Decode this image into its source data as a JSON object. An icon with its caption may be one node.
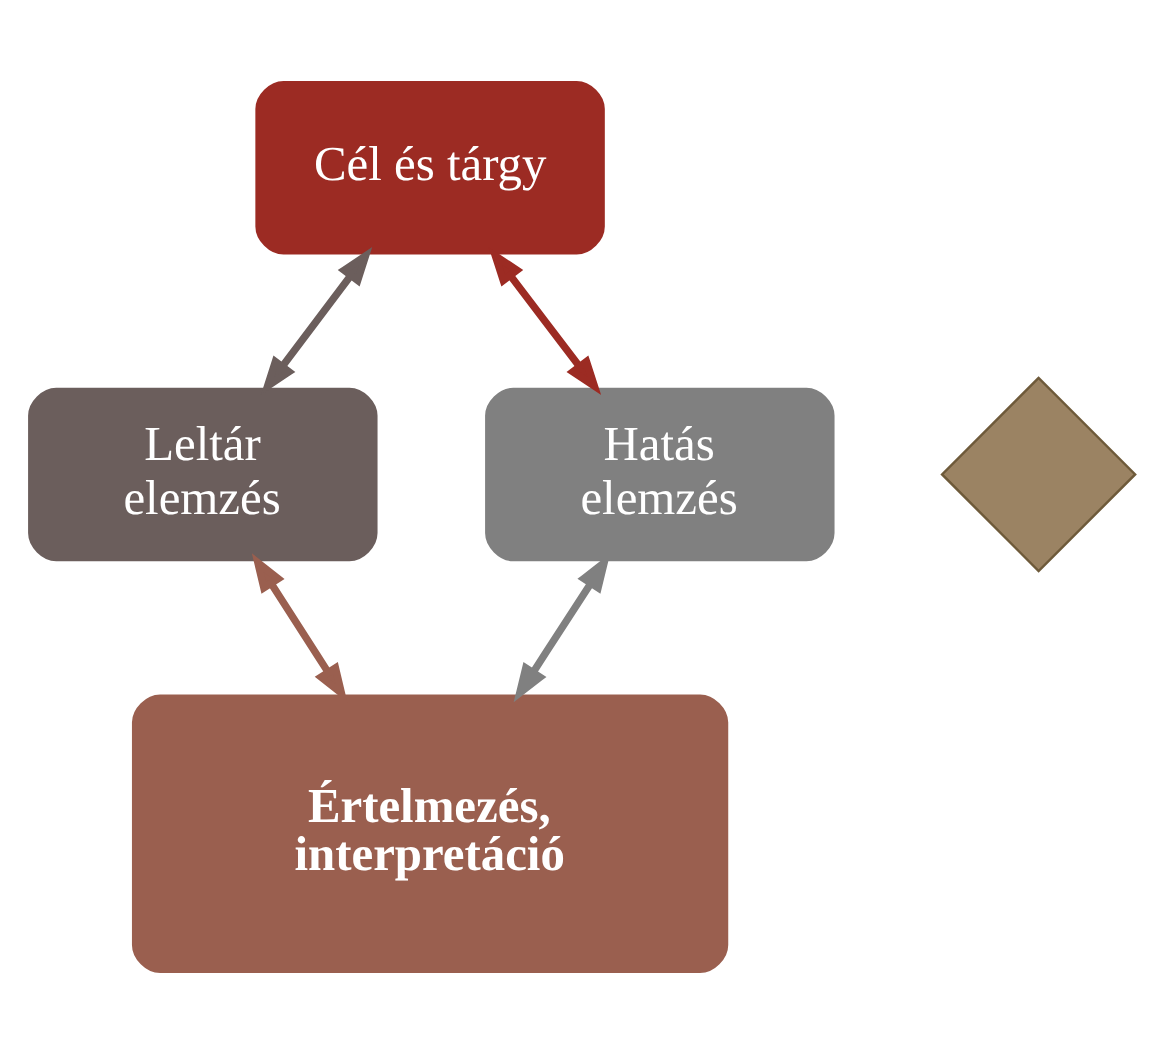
{
  "diagram": {
    "nodes": [
      {
        "text": [
          "Cél és tárgy"
        ]
      },
      {
        "text": [
          "Leltár elemzés"
        ]
      },
      {
        "text": [
          "Hatás elemzés"
        ]
      },
      {
        "text": [
          "Értelmezés, interpretáció"
        ]
      },
      {
        "text": [],
        "shape": "diamond"
      }
    ],
    "edges": [
      {
        "from": 0,
        "to": 1,
        "arrow": "both",
        "color": "#6b5e5c"
      },
      {
        "from": 0,
        "to": 2,
        "arrow": "both",
        "color": "#9c2b23"
      },
      {
        "from": 1,
        "to": 3,
        "arrow": "both",
        "color": "#9a5f4f"
      },
      {
        "from": 2,
        "to": 3,
        "arrow": "both",
        "color": "#808080"
      }
    ]
  }
}
